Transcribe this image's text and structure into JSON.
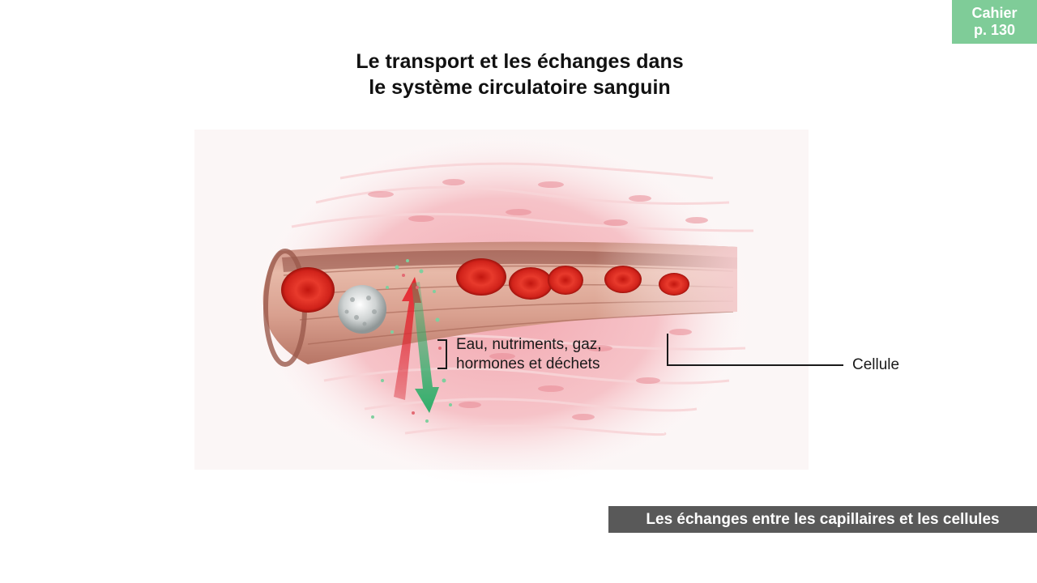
{
  "badge": {
    "line1": "Cahier",
    "line2": "p. 130"
  },
  "title": {
    "line1": "Le transport et les échanges dans",
    "line2": "le système circulatoire sanguin"
  },
  "labels": {
    "exchange_line1": "Eau, nutriments, gaz,",
    "exchange_line2": "hormones et déchets",
    "cell": "Cellule"
  },
  "caption": "Les échanges entre les capillaires et les cellules",
  "colors": {
    "badge": "#7fcc98",
    "caption_bg": "#595959",
    "tissue": "#f4b7bd",
    "red_blood_cell": "#d4241d",
    "arrow_in": "#d8232f",
    "arrow_out": "#2fae6a"
  }
}
